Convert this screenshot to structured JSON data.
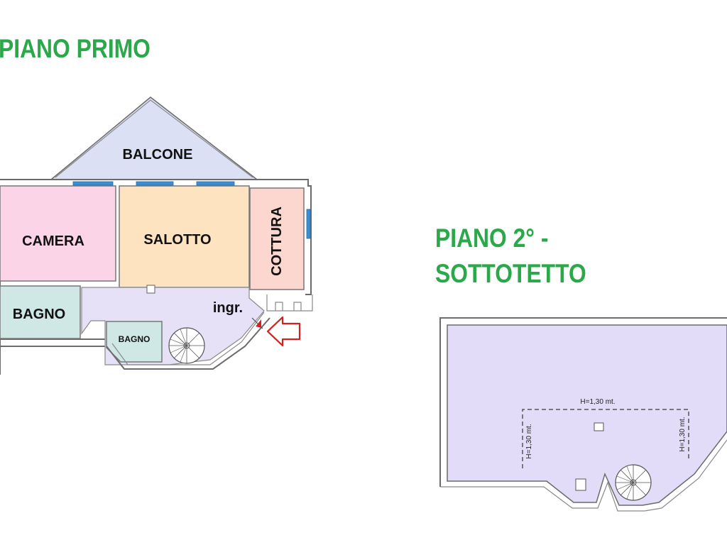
{
  "titles": {
    "first_floor": "PIANO PRIMO",
    "second_floor_line1": "PIANO 2° -",
    "second_floor_line2": "SOTTOTETTO"
  },
  "rooms": {
    "balcone": "BALCONE",
    "camera": "CAMERA",
    "salotto": "SALOTTO",
    "cottura": "COTTURA",
    "bagno_main": "BAGNO",
    "bagno_small": "BAGNO",
    "entrance": "ingr."
  },
  "attic": {
    "height_top": "H=1,30 mt.",
    "height_left": "H=1,30 mt.",
    "height_right": "H=1,30 mt."
  },
  "colors": {
    "title_green": "#2aa84a",
    "balcone": "#dbe0f5",
    "camera": "#fbd4e8",
    "salotto": "#fde3bf",
    "cottura": "#fcd7cf",
    "bagno": "#cfe8e6",
    "corridor": "#e6e1f7",
    "attic": "#e3dcf8",
    "window": "#3d8fd1",
    "arrow": "#d42020"
  }
}
